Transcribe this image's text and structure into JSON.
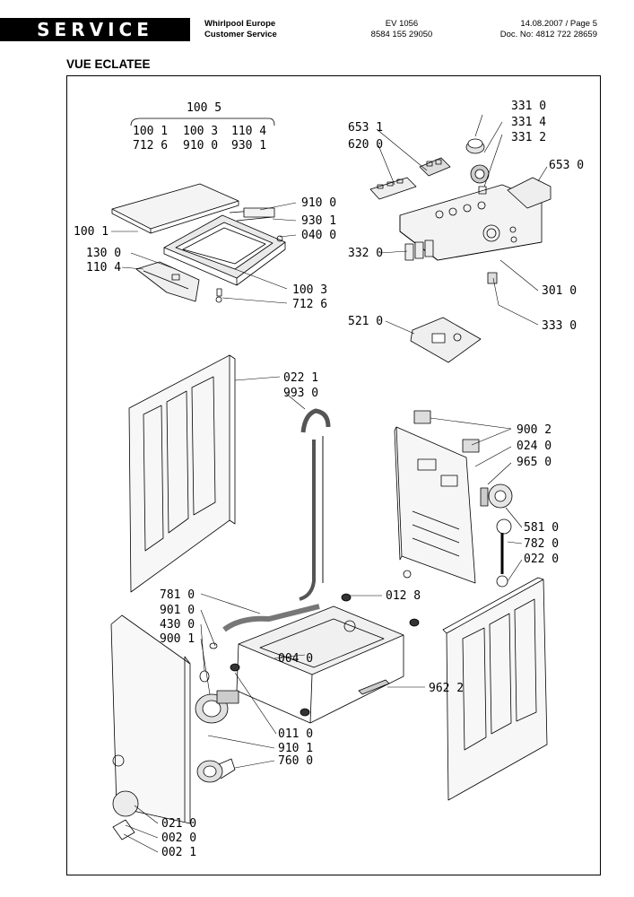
{
  "header": {
    "brand_box": "SERVICE",
    "company": "Whirlpool Europe",
    "department": "Customer Service",
    "model": "EV 1056",
    "model_code": "8584 155 29050",
    "date_page": "14.08.2007 / Page 5",
    "doc_no": "Doc. No: 4812 722 28659"
  },
  "section_title": "VUE ECLATEE",
  "top_group": {
    "parent": "100 5",
    "row1": [
      "100 1",
      "100 3",
      "110 4"
    ],
    "row2": [
      "712 6",
      "910 0",
      "930 1"
    ]
  },
  "part_labels": {
    "p653_1": "653 1",
    "p620_0": "620 0",
    "p331_0": "331 0",
    "p331_4": "331 4",
    "p331_2": "331 2",
    "p653_0": "653 0",
    "p910_0": "910 0",
    "p930_1": "930 1",
    "p040_0": "040 0",
    "p100_1": "100 1",
    "p130_0": "130 0",
    "p110_4": "110 4",
    "p332_0": "332 0",
    "p100_3": "100 3",
    "p712_6": "712 6",
    "p301_0": "301 0",
    "p521_0": "521 0",
    "p333_0": "333 0",
    "p022_1": "022 1",
    "p993_0": "993 0",
    "p900_2": "900 2",
    "p024_0": "024 0",
    "p965_0": "965 0",
    "p581_0": "581 0",
    "p782_0": "782 0",
    "p022_0": "022 0",
    "p781_0": "781 0",
    "p901_0": "901 0",
    "p430_0": "430 0",
    "p900_1": "900 1",
    "p012_8": "012 8",
    "p004_0": "004 0",
    "p962_2": "962 2",
    "p011_0": "011 0",
    "p910_1": "910 1",
    "p760_0": "760 0",
    "p021_0": "021 0",
    "p002_0": "002 0",
    "p002_1": "002 1"
  }
}
